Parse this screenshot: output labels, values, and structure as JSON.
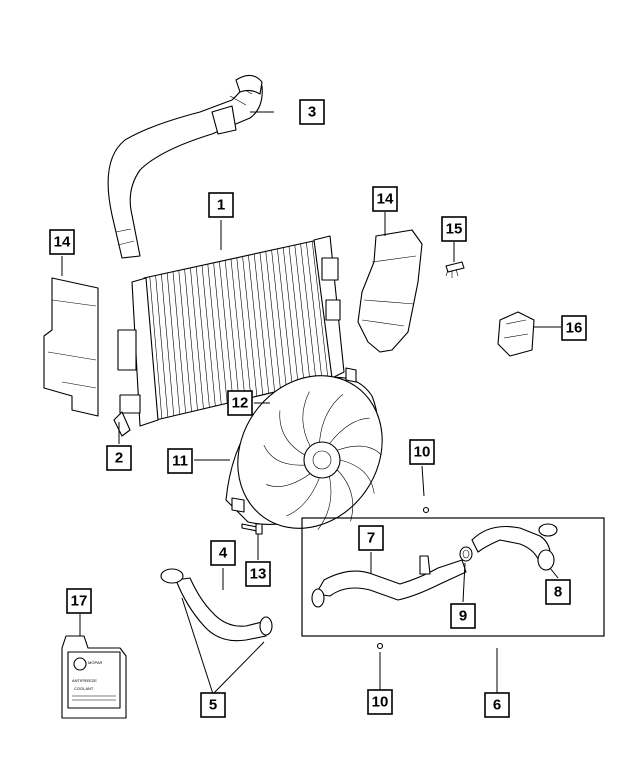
{
  "callouts": {
    "c1": "1",
    "c2": "2",
    "c3": "3",
    "c4": "4",
    "c5": "5",
    "c6": "6",
    "c7": "7",
    "c8": "8",
    "c9": "9",
    "c10a": "10",
    "c10b": "10",
    "c11": "11",
    "c12": "12",
    "c13": "13",
    "c14a": "14",
    "c14b": "14",
    "c15": "15",
    "c16": "16",
    "c17": "17"
  },
  "coolant_label": {
    "line1": "MOPAR",
    "line2": "ANTIFREEZE",
    "line3": "COOLANT"
  }
}
